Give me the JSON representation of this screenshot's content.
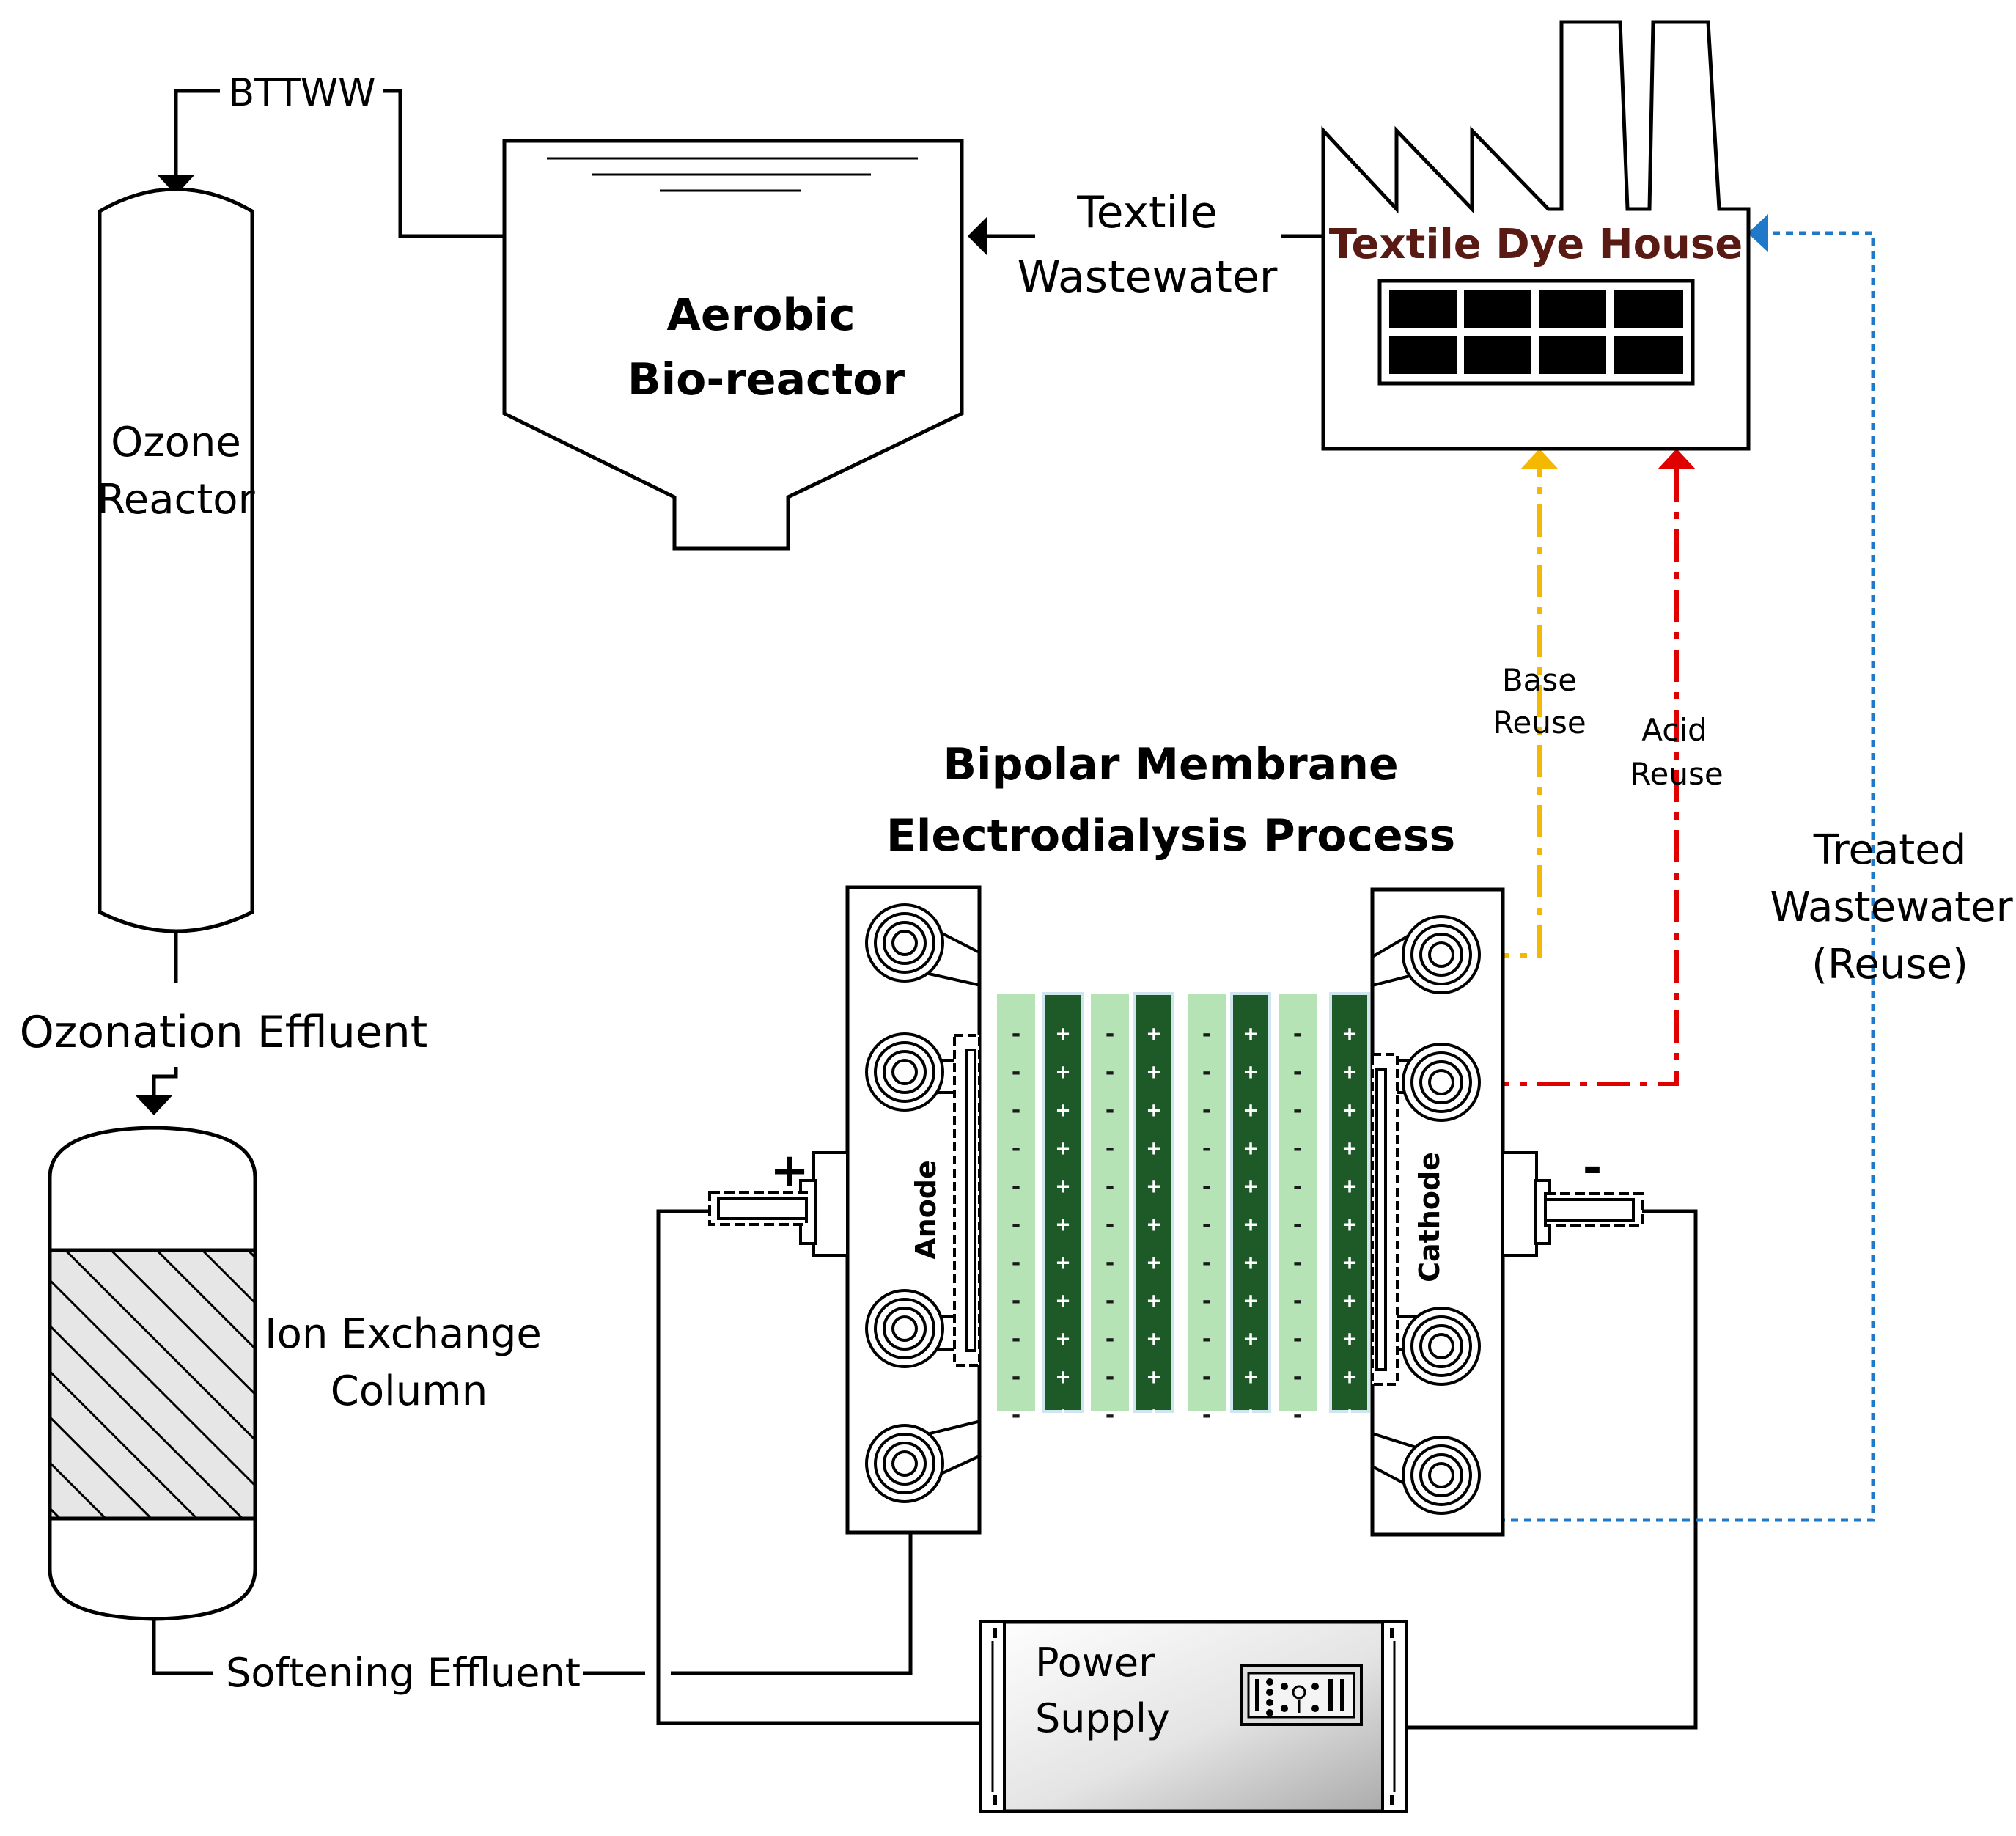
{
  "labels": {
    "bttww": "BTTWW",
    "aerobic_line1": "Aerobic",
    "aerobic_line2": "Bio-reactor",
    "textile_line1": "Textile",
    "textile_line2": "Wastewater",
    "dye_house": "Textile Dye House",
    "ozone_line1": "Ozone",
    "ozone_line2": "Reactor",
    "ozonation_effluent": "Ozonation Effluent",
    "ion_line1": "Ion Exchange",
    "ion_line2": "Column",
    "softening_effluent": "Softening Effluent",
    "bmed_line1": "Bipolar Membrane",
    "bmed_line2": "Electrodialysis Process",
    "anode": "Anode",
    "cathode": "Cathode",
    "plus_terminal": "+",
    "minus_terminal": "-",
    "base_line1": "Base",
    "base_line2": "Reuse",
    "acid_line1": "Acid",
    "acid_line2": "Reuse",
    "treated_line1": "Treated",
    "treated_line2": "Wastewater",
    "treated_line3": "(Reuse)",
    "power_line1": "Power",
    "power_line2": "Supply"
  },
  "membrane_signs": {
    "negative": "-",
    "positive": "+"
  },
  "colors": {
    "base_line": "#F5B800",
    "acid_line": "#E00000",
    "treated_line": "#1F78C8",
    "dye_house_text": "#5A1A14",
    "membrane_light": "#B5E3B5",
    "membrane_dark": "#1E5A28"
  }
}
